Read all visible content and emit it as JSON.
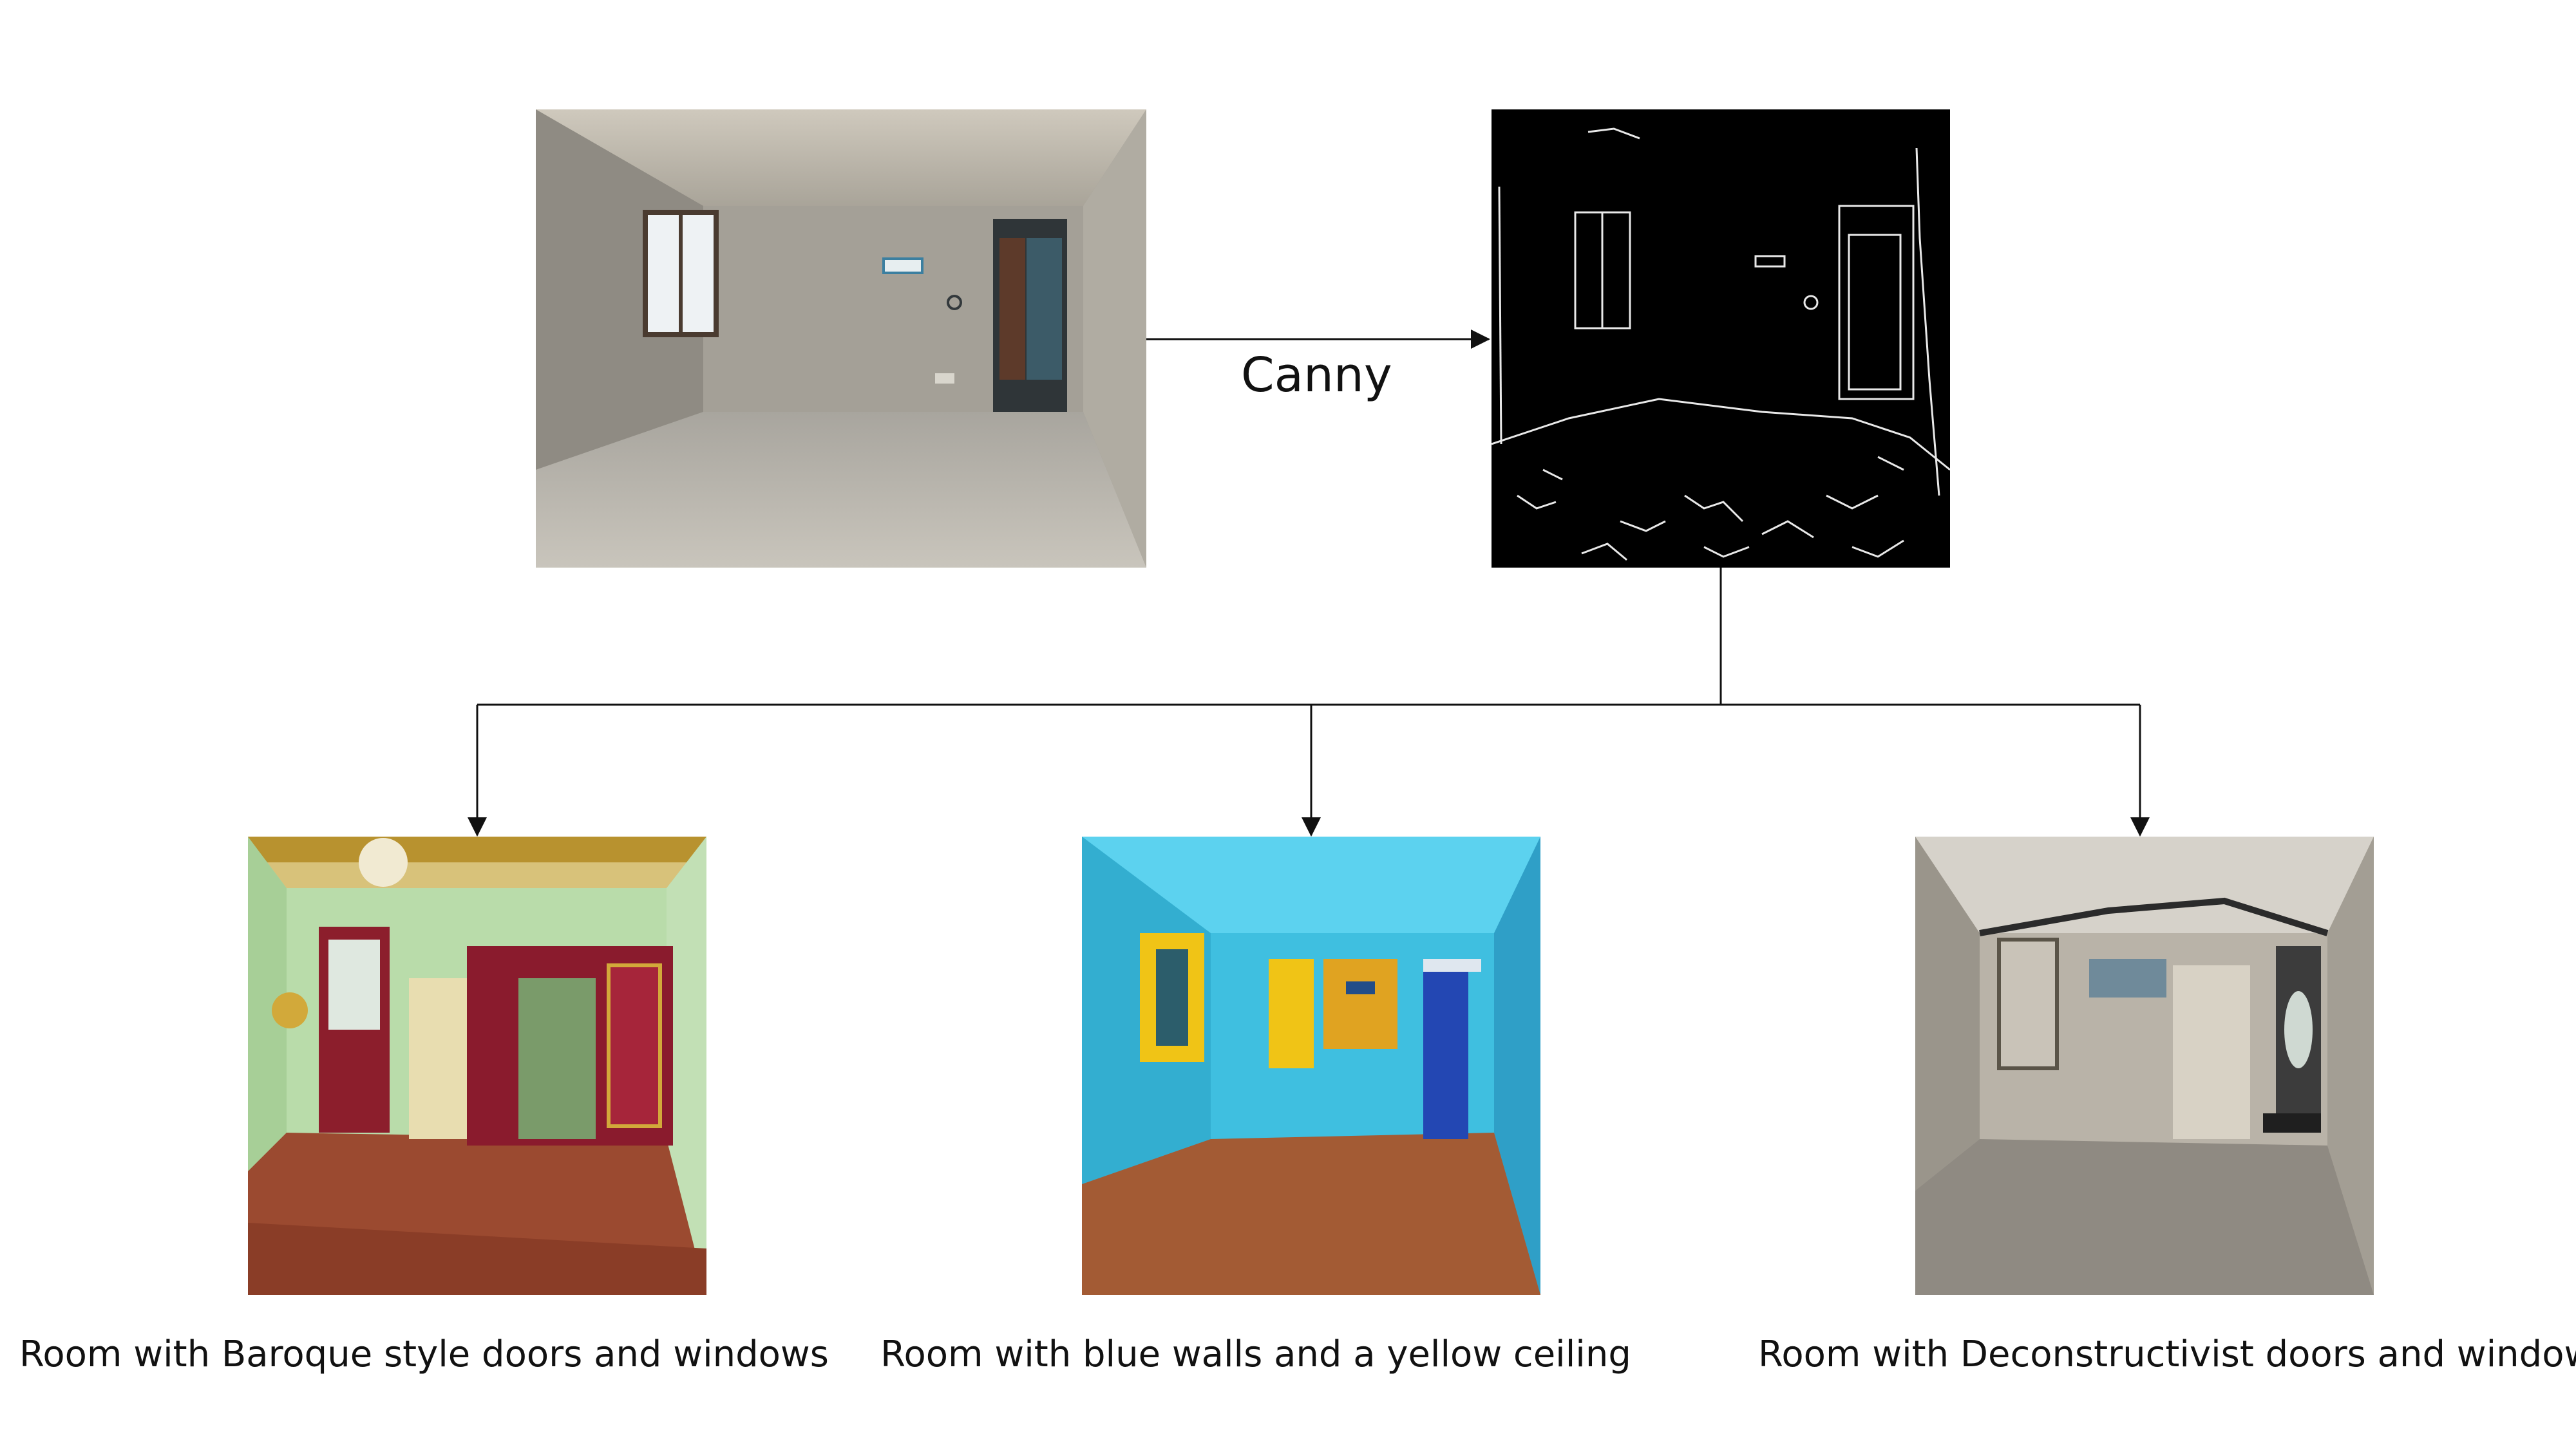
{
  "edge_label": "Canny",
  "captions": [
    "Room with Baroque style doors and windows",
    "Room with blue walls and a yellow ceiling",
    "Room with Deconstructivist doors and windows"
  ],
  "images": {
    "input": "photo of empty concrete room with window and doorway",
    "edges": "black canny edge map of the room",
    "outputs": [
      "room with green walls, gold ornate ceiling, chandelier and red baroque doors",
      "room with turquoise walls, yellow framed windows and blue door",
      "dilapidated room with peeling walls and broken windows"
    ]
  },
  "colors": {
    "line": "#111111",
    "background": "#ffffff"
  }
}
